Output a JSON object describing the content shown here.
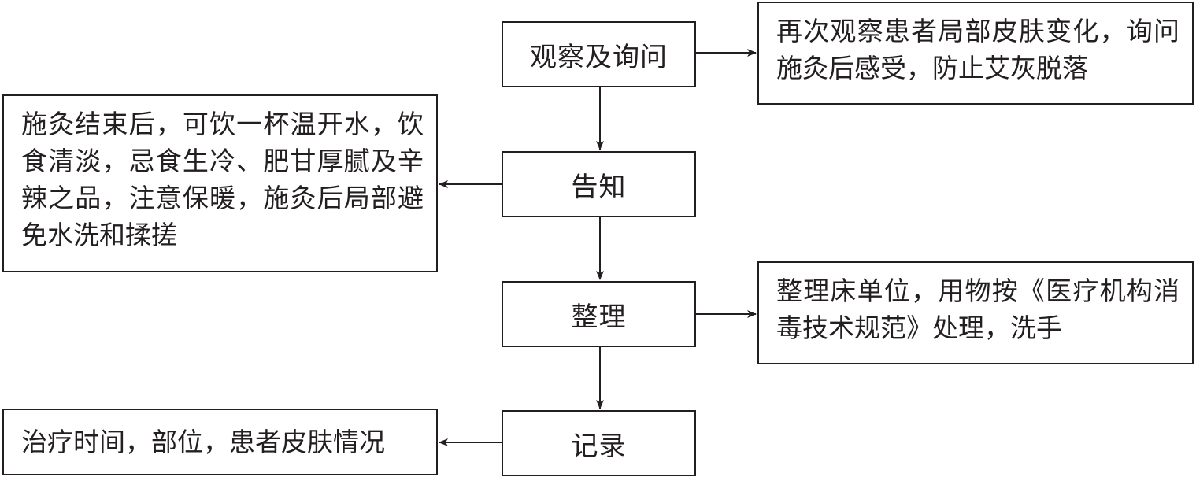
{
  "steps": [
    "观察及询问",
    "告知",
    "整理",
    "记录"
  ],
  "notes": {
    "observe": "再次观察患者局部皮肤变化，询问施灸后感受，防止艾灰脱落",
    "inform": "施灸结束后，可饮一杯温开水，饮食清淡，忌食生冷、肥甘厚腻及辛辣之品，注意保暖，施灸后局部避免水洗和揉搓",
    "tidy": "整理床单位，用物按《医疗机构消毒技术规范》处理，洗手",
    "record": "治疗时间，部位，患者皮肤情况"
  },
  "colors": {
    "line": "#231f20",
    "background": "#ffffff"
  }
}
